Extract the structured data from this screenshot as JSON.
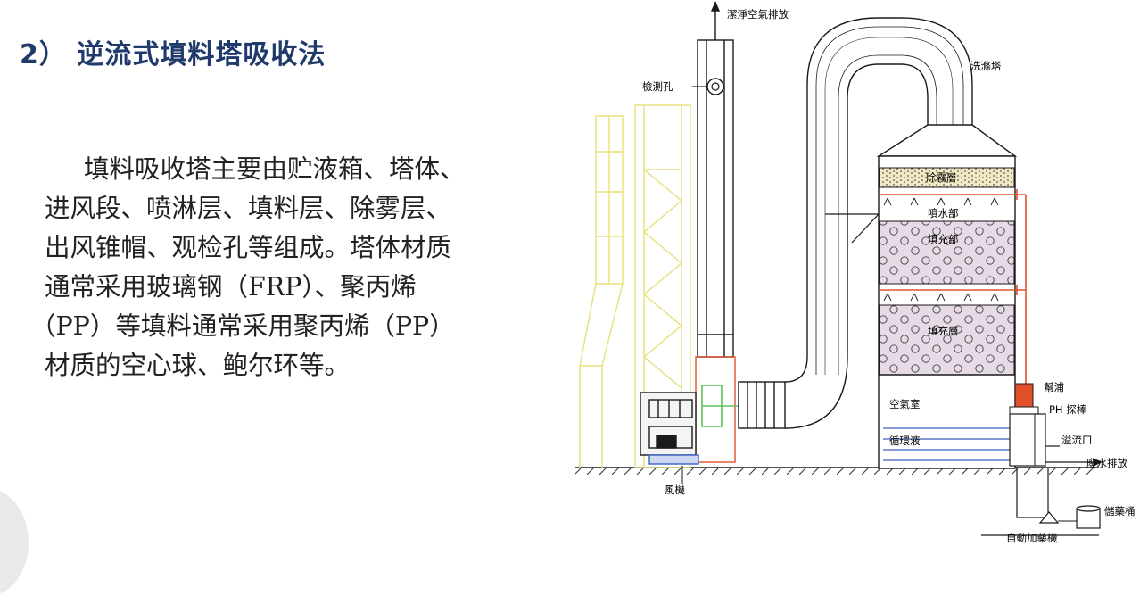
{
  "title": "2） 逆流式填料塔吸收法",
  "body_lines": [
    "填料吸收塔主要由贮液箱、塔体、",
    "进风段、喷淋层、填料层、除雾层、",
    "出风锥帽、观检孔等组成。塔体材质",
    "通常采用玻璃钢（FRP）、聚丙烯",
    "（PP）等填料通常采用聚丙烯（PP）",
    "材质的空心球、鲍尔环等。"
  ],
  "diagram": {
    "labels": {
      "clean_air": "潔淨空氣排放",
      "inspection_port": "檢測孔",
      "scrubber": "洗滌塔",
      "demister": "除霧層",
      "spray": "噴水部",
      "packing_1": "填充部",
      "packing_2": "填充層",
      "pump": "幫浦",
      "ph_probe": "PH 探棒",
      "air_chamber": "空氣室",
      "circulation": "循環液",
      "overflow": "溢流口",
      "drain": "廢水排放",
      "fan": "風機",
      "storage": "儲藥桶",
      "dosing": "自動加藥機"
    },
    "colors": {
      "line": "#1a1a1a",
      "frame_yellow": "#e8e07a",
      "pipe_red": "#e0502a",
      "packing_fill": "#e6dae6",
      "demister_fill": "#f3e8c4",
      "fan_green": "#5fbf5f",
      "water_blue": "#3a5fc0"
    }
  }
}
